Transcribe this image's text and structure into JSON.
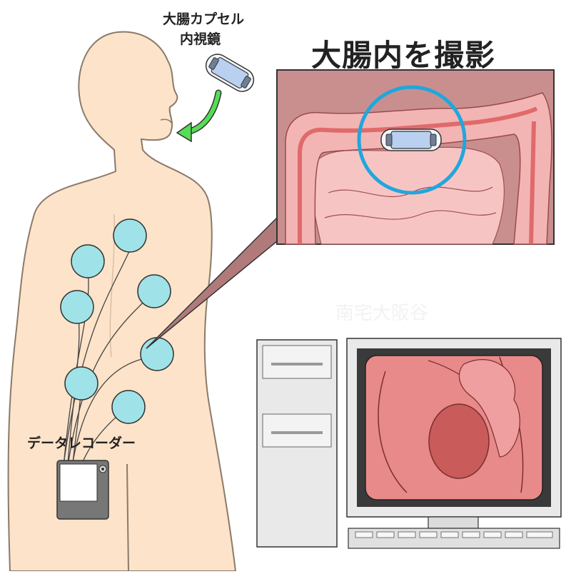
{
  "labels": {
    "capsule_line1": "大腸カプセル",
    "capsule_line2": "内視鏡",
    "title": "大腸内を撮影",
    "recorder": "データレコーダー",
    "watermark": "南宅大阪谷"
  },
  "colors": {
    "skin": "#fce3c9",
    "skin_outline": "#8a7a6a",
    "electrode": "#9fe3e8",
    "arrow": "#55dd55",
    "capsule": "#b9d0f0",
    "zoom_ring": "#1fa7dd",
    "colon": "#f3b4b4",
    "colon_dark": "#e06a6a",
    "panel_bg": "#c98f8f",
    "computer": "#e9e9e9",
    "screen": "#3a3a3a",
    "intestine_view": "#e88a8a"
  },
  "icons": {
    "capsule": "capsule-endoscope-icon",
    "arrow": "swallow-arrow-icon",
    "recorder": "data-recorder-icon",
    "computer": "computer-workstation-icon"
  }
}
